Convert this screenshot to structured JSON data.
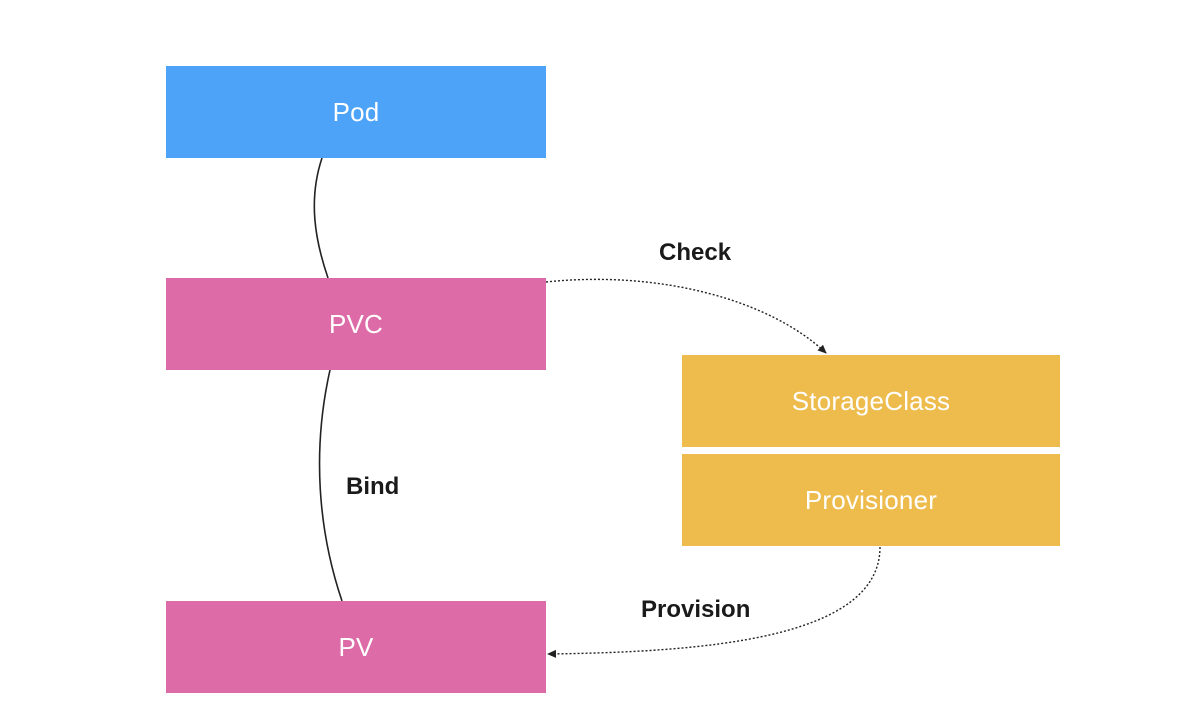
{
  "nodes": {
    "pod": {
      "label": "Pod"
    },
    "pvc": {
      "label": "PVC"
    },
    "pv": {
      "label": "PV"
    },
    "storageclass": {
      "label": "StorageClass"
    },
    "provisioner": {
      "label": "Provisioner"
    }
  },
  "edges": {
    "check": {
      "label": "Check"
    },
    "bind": {
      "label": "Bind"
    },
    "provision": {
      "label": "Provision"
    }
  },
  "colors": {
    "pod": "#4da3f7",
    "pvc": "#dd6ba7",
    "pv": "#dd6ba7",
    "storageclass": "#eebb4d",
    "provisioner": "#eebb4d",
    "line": "#222222"
  }
}
